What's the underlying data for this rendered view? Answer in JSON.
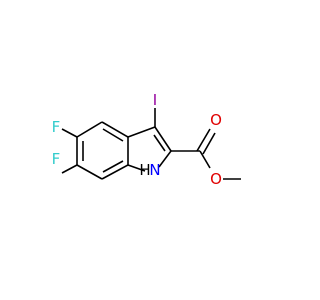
{
  "molecule": {
    "atoms": {
      "iodine": "I",
      "fluorine_5": "F",
      "fluorine_6": "F",
      "carbonyl_oxygen": "O",
      "ester_oxygen": "O",
      "nitrogen": "N",
      "nitrogen_hydrogen": "H"
    }
  },
  "colors": {
    "bond": "#000000",
    "iodine": "#94009e",
    "fluorine": "#33cccc",
    "oxygen": "#e00000",
    "nitrogen": "#0000ff",
    "hydrogen": "#000000"
  }
}
